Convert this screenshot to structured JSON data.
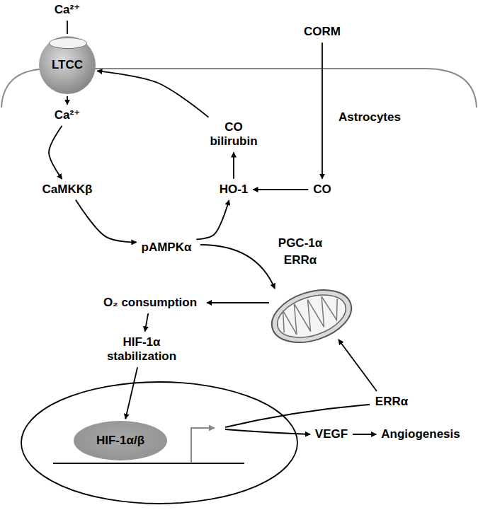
{
  "diagram": {
    "nodes": [
      {
        "text": [
          "Ca²⁺"
        ]
      },
      {
        "text": [
          "LTCC"
        ]
      },
      {
        "text": [
          "CORM"
        ]
      },
      {
        "text": [
          "Ca²⁺"
        ]
      },
      {
        "text": [
          "CO bilirubin"
        ]
      },
      {
        "text": [
          "CaMKKβ"
        ]
      },
      {
        "text": [
          "HO-1"
        ]
      },
      {
        "text": [
          "CO"
        ]
      },
      {
        "text": [
          "pAMPKα"
        ]
      },
      {
        "text": [
          "O₂ consumption"
        ]
      },
      {
        "text": [
          "HIF-1α stabilization"
        ]
      },
      {
        "text": [
          "HIF-1α/β"
        ]
      },
      {
        "text": [
          "ERRα"
        ]
      },
      {
        "text": [
          "VEGF"
        ]
      },
      {
        "text": [
          "Angiogenesis"
        ]
      }
    ],
    "edges": [
      {
        "from": 0,
        "to": 1,
        "arrow": "none"
      },
      {
        "from": 1,
        "to": 3,
        "arrow": "to"
      },
      {
        "from": 3,
        "to": 5,
        "arrow": "to"
      },
      {
        "from": 5,
        "to": 8,
        "arrow": "to"
      },
      {
        "from": 8,
        "to": 6,
        "arrow": "to"
      },
      {
        "from": 6,
        "to": 4,
        "arrow": "to"
      },
      {
        "from": 4,
        "to": 1,
        "arrow": "to"
      },
      {
        "from": 2,
        "to": 7,
        "arrow": "to"
      },
      {
        "from": 7,
        "to": 6,
        "arrow": "to"
      },
      {
        "from": 9,
        "to": 10,
        "arrow": "to"
      },
      {
        "from": 10,
        "to": 11,
        "arrow": "to"
      },
      {
        "from": 13,
        "to": 14,
        "arrow": "to"
      }
    ],
    "labels": [
      "Astrocytes",
      "PGC-1α",
      "ERRα"
    ]
  }
}
